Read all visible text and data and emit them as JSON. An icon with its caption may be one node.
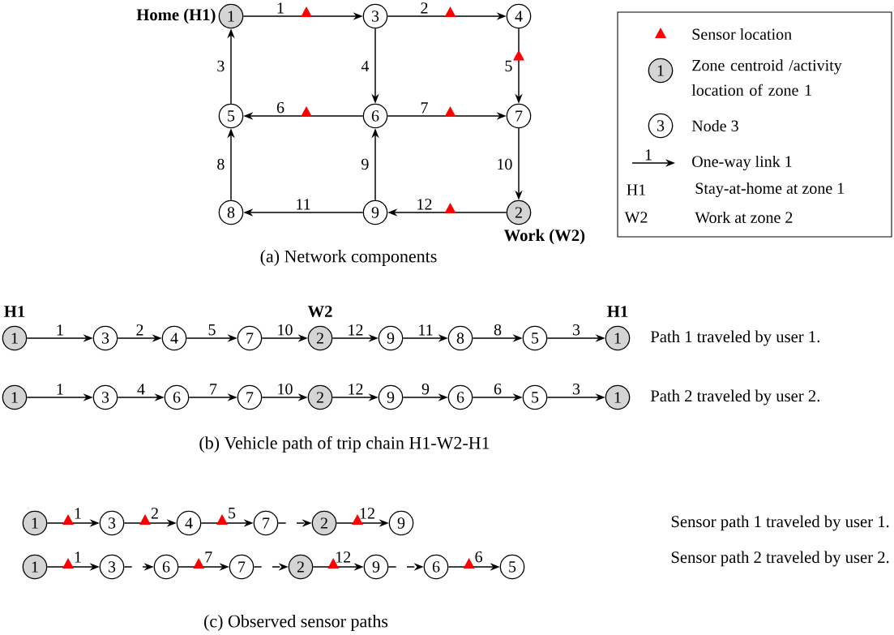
{
  "diagram": {
    "nodes": [
      {
        "text": [
          "1"
        ],
        "beside": [
          "Home (H1)"
        ]
      },
      {
        "text": [
          "3"
        ]
      },
      {
        "text": [
          "4"
        ]
      },
      {
        "text": [
          "5"
        ]
      },
      {
        "text": [
          "6"
        ]
      },
      {
        "text": [
          "7"
        ]
      },
      {
        "text": [
          "8"
        ]
      },
      {
        "text": [
          "9"
        ]
      },
      {
        "text": [
          "2"
        ],
        "beside": [
          "Work (W2)"
        ]
      },
      {
        "text": [
          "1"
        ],
        "beside": [
          "H1"
        ]
      },
      {
        "text": [
          "3"
        ]
      },
      {
        "text": [
          "4"
        ]
      },
      {
        "text": [
          "7"
        ]
      },
      {
        "text": [
          "2"
        ],
        "beside": [
          "W2"
        ]
      },
      {
        "text": [
          "9"
        ]
      },
      {
        "text": [
          "8"
        ]
      },
      {
        "text": [
          "5"
        ]
      },
      {
        "text": [
          "1"
        ],
        "beside": [
          "H1"
        ]
      },
      {
        "text": [
          "1"
        ]
      },
      {
        "text": [
          "3"
        ]
      },
      {
        "text": [
          "6"
        ]
      },
      {
        "text": [
          "7"
        ]
      },
      {
        "text": [
          "2"
        ]
      },
      {
        "text": [
          "9"
        ]
      },
      {
        "text": [
          "6"
        ]
      },
      {
        "text": [
          "5"
        ]
      },
      {
        "text": [
          "1"
        ]
      },
      {
        "text": [
          "1"
        ]
      },
      {
        "text": [
          "3"
        ]
      },
      {
        "text": [
          "4"
        ]
      },
      {
        "text": [
          "7"
        ]
      },
      {
        "text": [
          "2"
        ]
      },
      {
        "text": [
          "9"
        ]
      },
      {
        "text": [
          "1"
        ]
      },
      {
        "text": [
          "3"
        ]
      },
      {
        "text": [
          "6"
        ]
      },
      {
        "text": [
          "7"
        ]
      },
      {
        "text": [
          "2"
        ]
      },
      {
        "text": [
          "9"
        ]
      },
      {
        "text": [
          "6"
        ]
      },
      {
        "text": [
          "5"
        ]
      }
    ],
    "edges": [
      {
        "from": 0,
        "to": 1,
        "arrow": "to",
        "label": "1"
      },
      {
        "from": 1,
        "to": 2,
        "arrow": "to",
        "label": "2"
      },
      {
        "from": 3,
        "to": 0,
        "arrow": "to",
        "label": "3"
      },
      {
        "from": 1,
        "to": 4,
        "arrow": "to",
        "label": "4"
      },
      {
        "from": 2,
        "to": 5,
        "arrow": "to",
        "label": "5"
      },
      {
        "from": 4,
        "to": 3,
        "arrow": "to",
        "label": "6"
      },
      {
        "from": 4,
        "to": 5,
        "arrow": "to",
        "label": "7"
      },
      {
        "from": 6,
        "to": 3,
        "arrow": "to",
        "label": "8"
      },
      {
        "from": 7,
        "to": 4,
        "arrow": "to",
        "label": "9"
      },
      {
        "from": 5,
        "to": 8,
        "arrow": "to",
        "label": "10"
      },
      {
        "from": 7,
        "to": 6,
        "arrow": "to",
        "label": "11"
      },
      {
        "from": 8,
        "to": 7,
        "arrow": "to",
        "label": "12"
      },
      {
        "from": 9,
        "to": 10,
        "arrow": "to",
        "label": "1"
      },
      {
        "from": 10,
        "to": 11,
        "arrow": "to",
        "label": "2"
      },
      {
        "from": 11,
        "to": 12,
        "arrow": "to",
        "label": "5"
      },
      {
        "from": 12,
        "to": 13,
        "arrow": "to",
        "label": "10"
      },
      {
        "from": 13,
        "to": 14,
        "arrow": "to",
        "label": "12"
      },
      {
        "from": 14,
        "to": 15,
        "arrow": "to",
        "label": "11"
      },
      {
        "from": 15,
        "to": 16,
        "arrow": "to",
        "label": "8"
      },
      {
        "from": 16,
        "to": 17,
        "arrow": "to",
        "label": "3"
      },
      {
        "from": 18,
        "to": 19,
        "arrow": "to",
        "label": "1"
      },
      {
        "from": 19,
        "to": 20,
        "arrow": "to",
        "label": "4"
      },
      {
        "from": 20,
        "to": 21,
        "arrow": "to",
        "label": "7"
      },
      {
        "from": 21,
        "to": 22,
        "arrow": "to",
        "label": "10"
      },
      {
        "from": 22,
        "to": 23,
        "arrow": "to",
        "label": "12"
      },
      {
        "from": 23,
        "to": 24,
        "arrow": "to",
        "label": "9"
      },
      {
        "from": 24,
        "to": 25,
        "arrow": "to",
        "label": "6"
      },
      {
        "from": 25,
        "to": 26,
        "arrow": "to",
        "label": "3"
      },
      {
        "from": 27,
        "to": 28,
        "arrow": "to",
        "label": "1"
      },
      {
        "from": 28,
        "to": 29,
        "arrow": "to",
        "label": "2"
      },
      {
        "from": 29,
        "to": 30,
        "arrow": "to",
        "label": "5"
      },
      {
        "from": 30,
        "to": 31,
        "arrow": "to",
        "style": "dashed"
      },
      {
        "from": 31,
        "to": 32,
        "arrow": "to",
        "label": "12"
      },
      {
        "from": 33,
        "to": 34,
        "arrow": "to",
        "label": "1"
      },
      {
        "from": 34,
        "to": 35,
        "arrow": "to",
        "style": "dashed"
      },
      {
        "from": 35,
        "to": 36,
        "arrow": "to",
        "label": "7"
      },
      {
        "from": 36,
        "to": 37,
        "arrow": "to",
        "style": "dashed"
      },
      {
        "from": 37,
        "to": 38,
        "arrow": "to",
        "label": "12"
      },
      {
        "from": 38,
        "to": 39,
        "arrow": "to",
        "style": "dashed"
      },
      {
        "from": 39,
        "to": 40,
        "arrow": "to",
        "label": "6"
      }
    ],
    "labels": [
      "1",
      "3",
      "1",
      "H1",
      "W2",
      "(a) Network components",
      "Path 1 traveled by user 1.",
      "Path 2 traveled by user 2.",
      "(b) Vehicle path of trip chain H1-W2-H1",
      "Sensor path 1 traveled by user 1.",
      "Sensor path 2 traveled by user 2.",
      "(c) Observed sensor paths"
    ],
    "legend": [
      {
        "text": "Sensor location"
      },
      {
        "text": "Zone centroid /activity location of zone 1"
      },
      {
        "text": "Node 3"
      },
      {
        "text": "One-way link 1"
      },
      {
        "text": "Stay-at-home at zone 1"
      },
      {
        "text": "Work at zone 2"
      }
    ]
  }
}
